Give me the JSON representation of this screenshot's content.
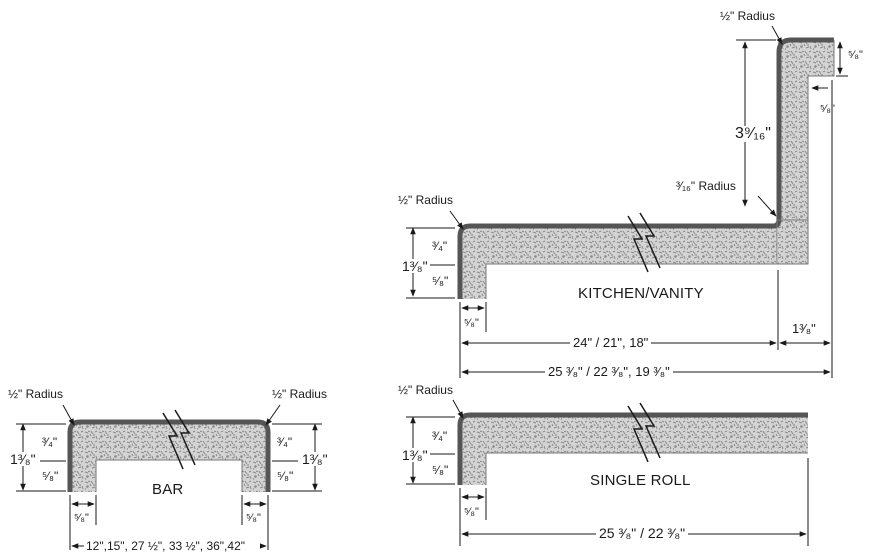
{
  "profiles": {
    "kitchen_vanity": {
      "title": "KITCHEN/VANITY",
      "front_radius": "½\" Radius",
      "top_radius": "½\" Radius",
      "inner_radius": "³⁄₁₆\" Radius",
      "backsplash_height": "3⁹⁄₁₆\"",
      "thickness_total": "1³⁄₈\"",
      "top_thickness": "³⁄₄\"",
      "front_lip": "⁵⁄₈\"",
      "front_lip_width": "⁵⁄₈\"",
      "backsplash_cap": "⁵⁄₈\"",
      "backsplash_cap_width": "⁵⁄₈\"",
      "backsplash_depth": "1³⁄₈\"",
      "depth_inner": "24\" / 21\", 18\"",
      "depth_outer": "25 ³⁄₈\" / 22 ³⁄₈\", 19 ³⁄₈\""
    },
    "bar": {
      "title": "BAR",
      "left_radius": "½\" Radius",
      "right_radius": "½\" Radius",
      "thickness_left": "1³⁄₈\"",
      "thickness_right": "1³⁄₈\"",
      "top_left": "³⁄₄\"",
      "top_right": "³⁄₄\"",
      "lip_left": "⁵⁄₈\"",
      "lip_right": "⁵⁄₈\"",
      "lip_width_left": "⁵⁄₈\"",
      "lip_width_right": "⁵⁄₈\"",
      "widths": "12\",15\", 27 ½\", 33 ½\", 36\",42\""
    },
    "single_roll": {
      "title": "SINGLE ROLL",
      "front_radius": "½\" Radius",
      "thickness_total": "1³⁄₈\"",
      "top_thickness": "³⁄₄\"",
      "front_lip": "⁵⁄₈\"",
      "front_lip_width": "⁵⁄₈\"",
      "depth": "25 ³⁄₈\" / 22 ³⁄₈\""
    }
  }
}
